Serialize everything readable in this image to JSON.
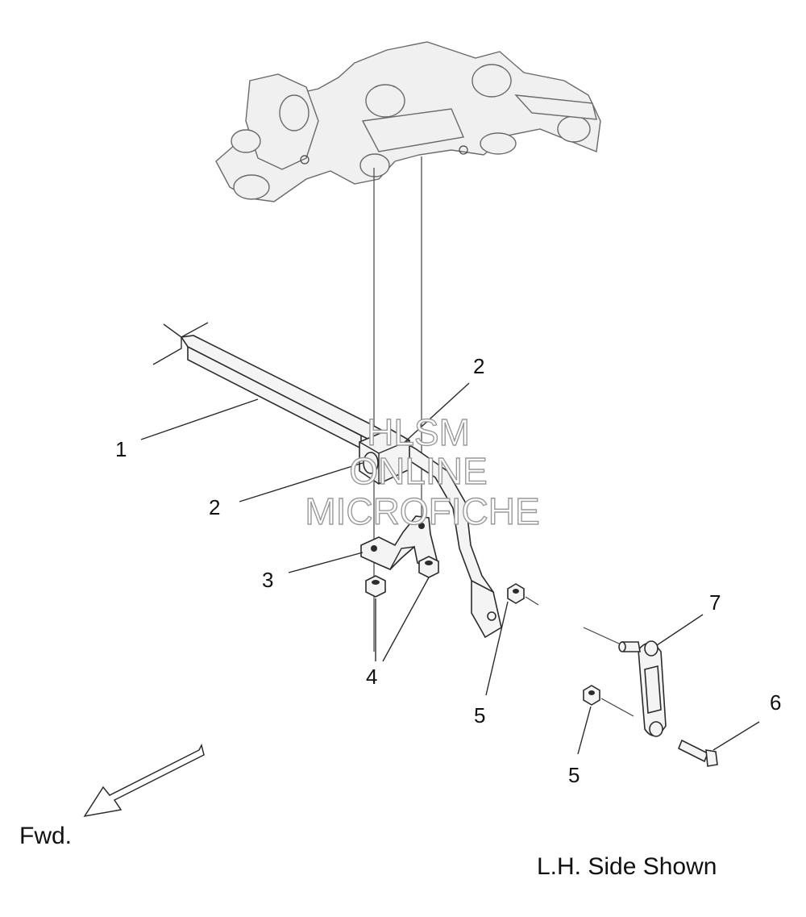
{
  "callouts": {
    "c1": "1",
    "c2a": "2",
    "c2b": "2",
    "c3": "3",
    "c4": "4",
    "c5a": "5",
    "c5b": "5",
    "c6": "6",
    "c7": "7"
  },
  "direction_label": "Fwd.",
  "side_note": "L.H. Side Shown",
  "watermark": {
    "line1": "HLSM",
    "line2": "ONLINE",
    "line3": "MICROFICHE"
  },
  "icons": {
    "forward": "forward-arrow-icon"
  }
}
